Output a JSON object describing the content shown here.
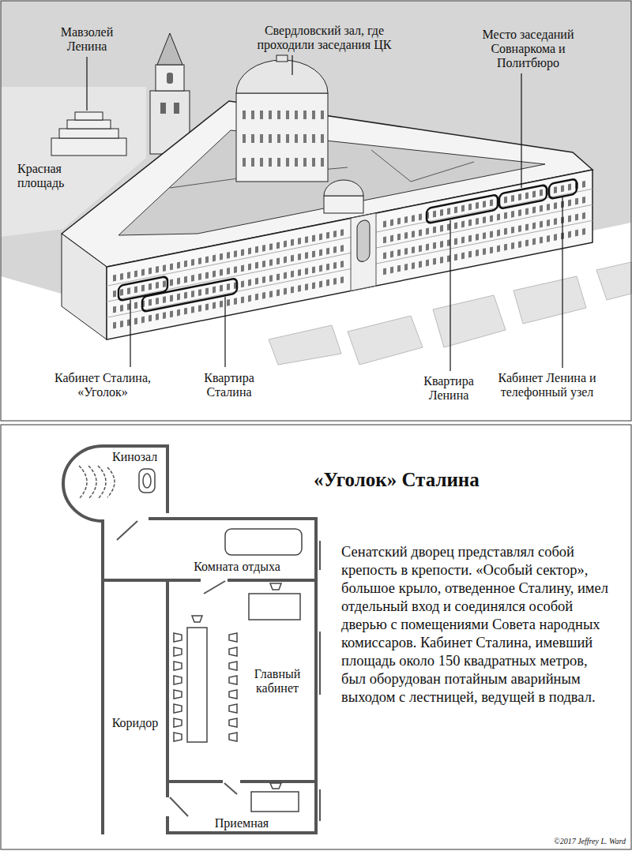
{
  "diagram": {
    "title": "«Уголок» Сталина",
    "nodes": [
      {
        "text": [
          "Кинозал"
        ]
      },
      {
        "text": [
          "Комната отдыха"
        ]
      },
      {
        "text": [
          "Главный кабинет"
        ]
      },
      {
        "text": [
          "Коридор"
        ]
      },
      {
        "text": [
          "Приемная"
        ]
      }
    ],
    "labels": [
      "Мавзолей Ленина",
      "Свердловский зал, где проходили заседания ЦК",
      "Место заседаний Совнаркома и Политбюро",
      "Красная площадь",
      "Кабинет Сталина, «Уголок»",
      "Квартира Сталина",
      "Квартира Ленина",
      "Кабинет Ленина и телефонный узел",
      "Сенатский дворец представлял собой крепость в крепости. «Особый сектор», большое крыло, отведенное Сталину, имел отдельный вход и соединялся особой дверью с помещениями Совета народных комиссаров. Кабинет Сталина, имевший площадь около 150 квадратных метров, был оборудован потайным аварийным выходом с лестницей, ведущей в подвал.",
      "©2017 Jeffrey L. Ward"
    ]
  }
}
